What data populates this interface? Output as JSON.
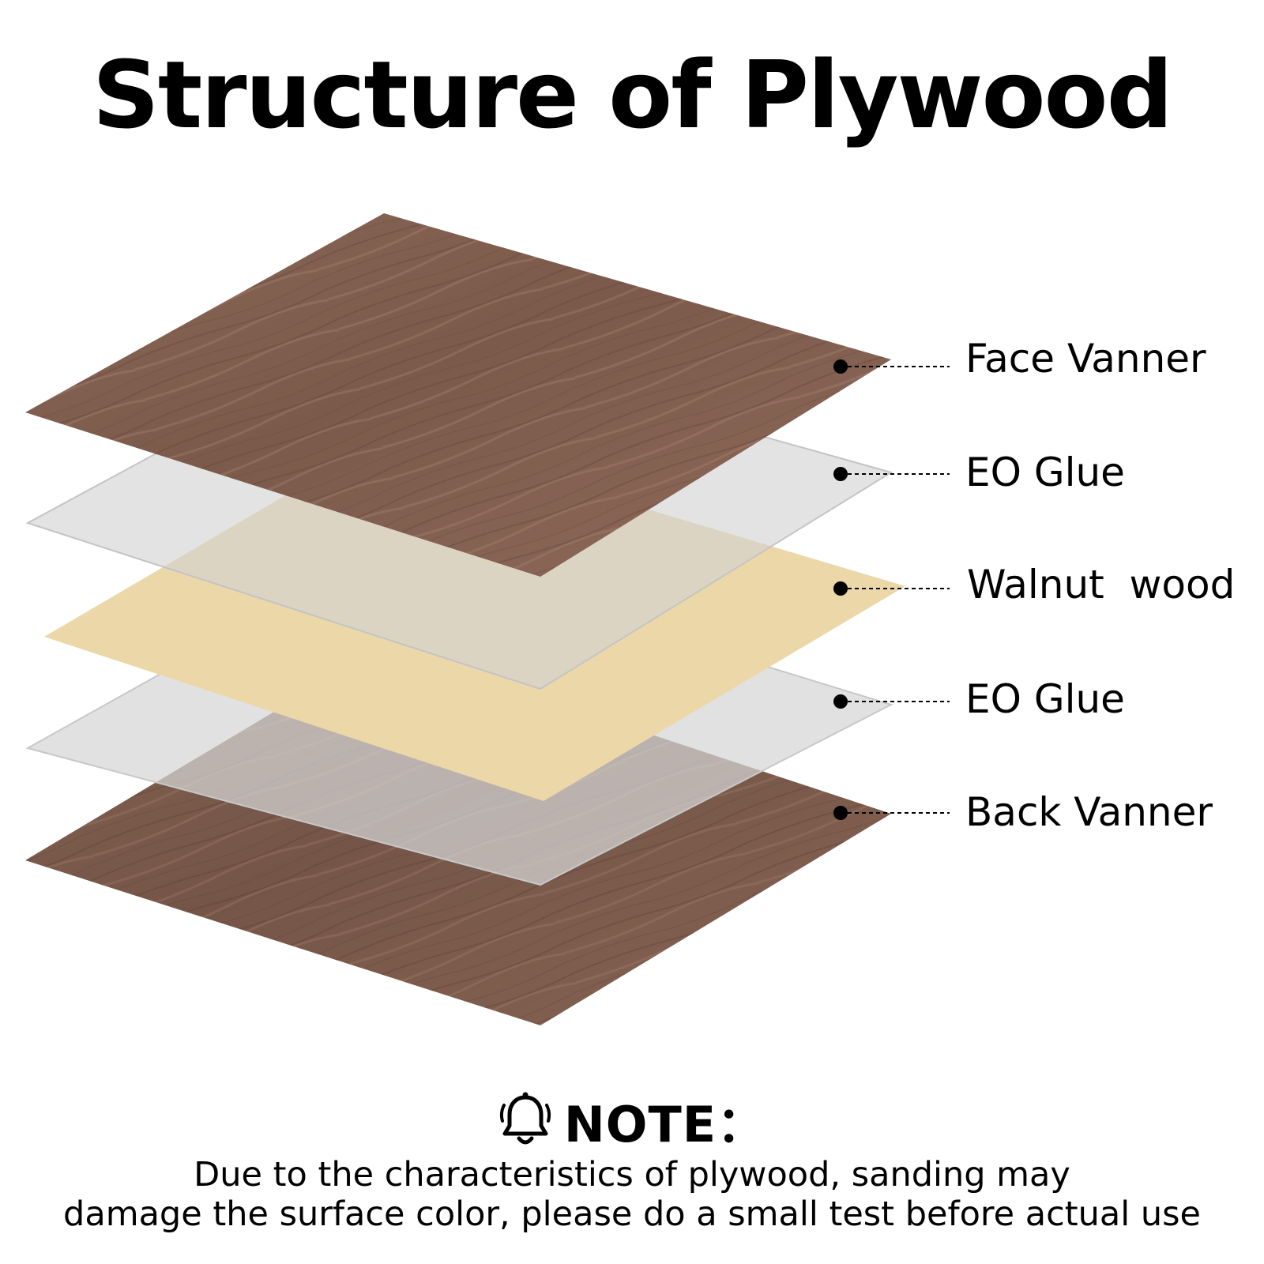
{
  "title": "Structure of Plywood",
  "layers": [
    {
      "label": "Face Vanner",
      "material": "wood-veneer"
    },
    {
      "label": "EO Glue",
      "material": "glue-sheet"
    },
    {
      "label": "Walnut  wood",
      "material": "core-sheet"
    },
    {
      "label": "EO Glue",
      "material": "glue-sheet"
    },
    {
      "label": "Back Vanner",
      "material": "wood-veneer"
    }
  ],
  "colors": {
    "wood": "#7d5b4d",
    "wood_light": "#927060",
    "glue": "#dcdcdc",
    "core": "#ecd7a9"
  },
  "note": {
    "icon": "bell-icon",
    "label": "NOTE：",
    "text": "Due to the characteristics of plywood, sanding may\ndamage the surface color, please do a small test before actual use"
  }
}
